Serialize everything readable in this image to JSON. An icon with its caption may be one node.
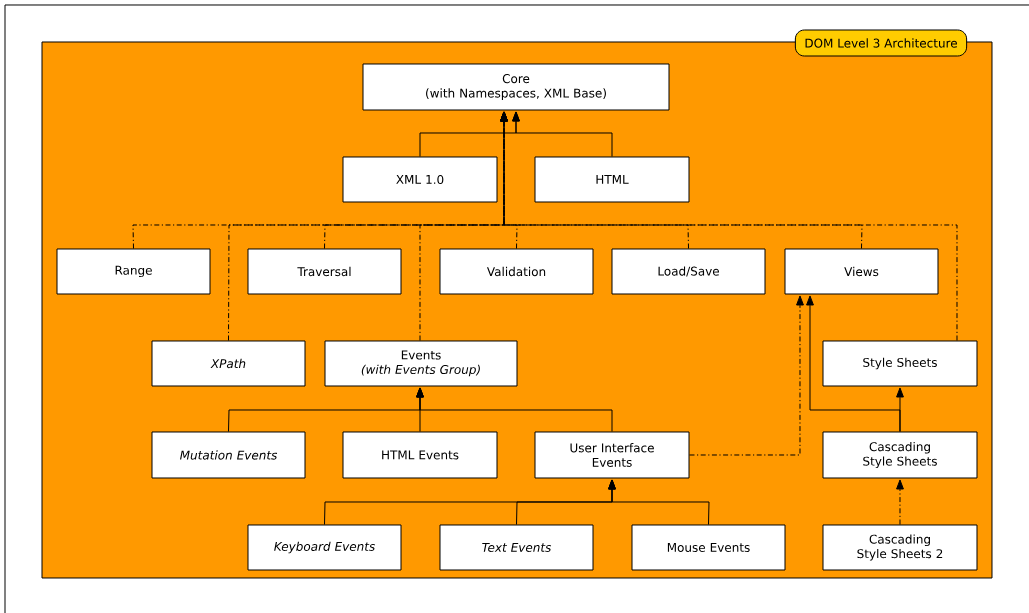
{
  "diagram": {
    "nodes": [
      {
        "text": [
          "DOM Level 3 Architecture"
        ]
      },
      {
        "text": [
          "Core",
          "(with Namespaces, XML Base)"
        ],
        "in": 0
      },
      {
        "text": [
          "XML 1.0"
        ],
        "in": 0
      },
      {
        "text": [
          "HTML"
        ],
        "in": 0
      },
      {
        "text": [
          "Range"
        ],
        "in": 0
      },
      {
        "text": [
          "Traversal"
        ],
        "in": 0
      },
      {
        "text": [
          "Validation"
        ],
        "in": 0
      },
      {
        "text": [
          "Load/Save"
        ],
        "in": 0
      },
      {
        "text": [
          "Views"
        ],
        "in": 0
      },
      {
        "text": [
          "XPath"
        ],
        "in": 0
      },
      {
        "text": [
          "Events",
          "(with Events Group)"
        ],
        "in": 0
      },
      {
        "text": [
          "Style Sheets"
        ],
        "in": 0
      },
      {
        "text": [
          "Mutation Events"
        ],
        "in": 0
      },
      {
        "text": [
          "HTML Events"
        ],
        "in": 0
      },
      {
        "text": [
          "User Interface Events"
        ],
        "in": 0
      },
      {
        "text": [
          "Cascading Style Sheets"
        ],
        "in": 0
      },
      {
        "text": [
          "Keyboard Events"
        ],
        "in": 0
      },
      {
        "text": [
          "Text Events"
        ],
        "in": 0
      },
      {
        "text": [
          "Mouse Events"
        ],
        "in": 0
      },
      {
        "text": [
          "Cascading Style Sheets 2"
        ],
        "in": 0
      }
    ],
    "edges": [
      {
        "from": 2,
        "to": 1,
        "arrow": "to"
      },
      {
        "from": 3,
        "to": 1,
        "arrow": "to"
      },
      {
        "from": 4,
        "to": 1,
        "arrow": "to",
        "style": "dashed"
      },
      {
        "from": 9,
        "to": 1,
        "arrow": "to",
        "style": "dashed"
      },
      {
        "from": 5,
        "to": 1,
        "arrow": "to",
        "style": "dashed"
      },
      {
        "from": 10,
        "to": 1,
        "arrow": "to",
        "style": "dashed"
      },
      {
        "from": 6,
        "to": 1,
        "arrow": "to",
        "style": "dashed"
      },
      {
        "from": 7,
        "to": 1,
        "arrow": "to",
        "style": "dashed"
      },
      {
        "from": 8,
        "to": 1,
        "arrow": "to",
        "style": "dashed"
      },
      {
        "from": 11,
        "to": 1,
        "arrow": "to",
        "style": "dashed"
      },
      {
        "from": 12,
        "to": 10,
        "arrow": "to"
      },
      {
        "from": 13,
        "to": 10,
        "arrow": "to"
      },
      {
        "from": 14,
        "to": 10,
        "arrow": "to"
      },
      {
        "from": 16,
        "to": 14,
        "arrow": "to"
      },
      {
        "from": 17,
        "to": 14,
        "arrow": "to"
      },
      {
        "from": 18,
        "to": 14,
        "arrow": "to"
      },
      {
        "from": 14,
        "to": 8,
        "arrow": "to",
        "style": "dashed"
      },
      {
        "from": 15,
        "to": 8,
        "arrow": "to"
      },
      {
        "from": 15,
        "to": 11,
        "arrow": "to"
      },
      {
        "from": 19,
        "to": 15,
        "arrow": "to",
        "style": "dashed"
      }
    ]
  }
}
